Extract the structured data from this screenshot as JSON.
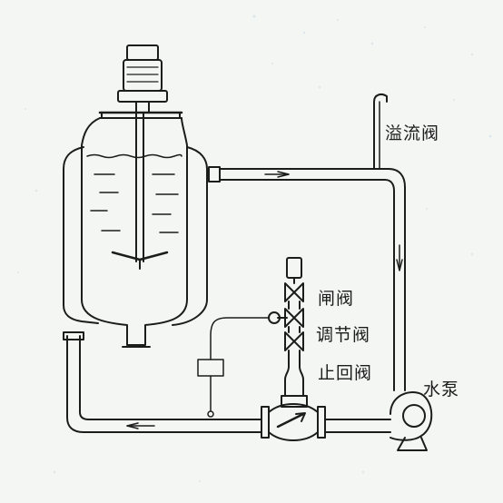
{
  "diagram": {
    "labels": {
      "overflow_valve": "溢流阀",
      "gate_valve": "闸阀",
      "regulating_valve": "调节阀",
      "check_valve": "止回阀",
      "water_pump": "水泵"
    },
    "colors": {
      "ink": "#1c1c1c",
      "paper": "#f4f6f4",
      "speckle": "#c9dbe6"
    }
  }
}
